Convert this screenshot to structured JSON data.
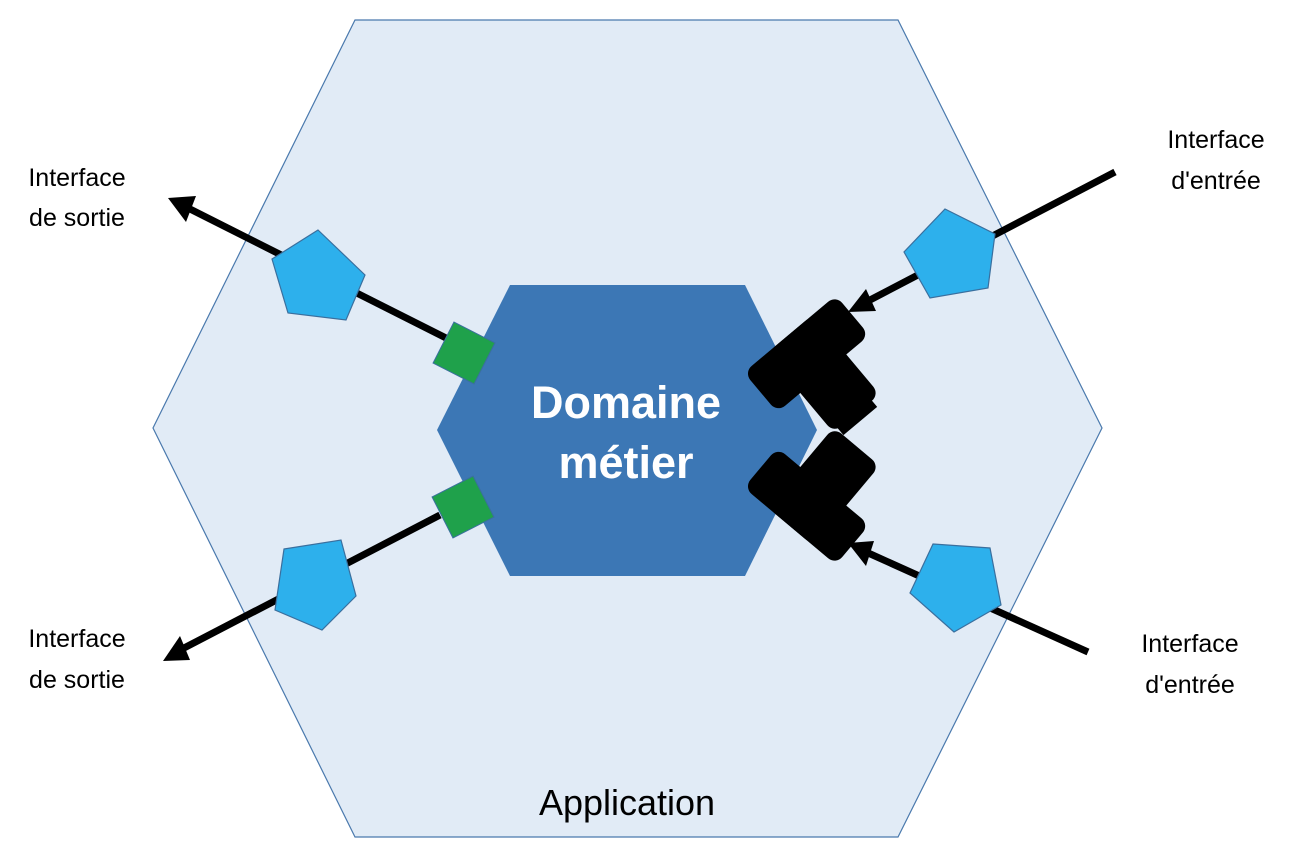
{
  "diagram": {
    "outer": {
      "label": "Application"
    },
    "core": {
      "line1": "Domaine",
      "line2": "métier"
    },
    "outputs": [
      {
        "line1": "Interface",
        "line2": "de sortie"
      },
      {
        "line1": "Interface",
        "line2": "de sortie"
      }
    ],
    "inputs": [
      {
        "line1": "Interface",
        "line2": "d'entrée"
      },
      {
        "line1": "Interface",
        "line2": "d'entrée"
      }
    ],
    "colors": {
      "outer_fill": "#e1ebf6",
      "outer_stroke": "#4a79ad",
      "core_fill": "#3c77b5",
      "core_text": "#ffffff",
      "port_fill": "#2db0ec",
      "port_stroke": "#3a6f9e",
      "output_adapter_fill": "#1fa14b",
      "input_adapter_fill": "#000000",
      "arrow": "#000000",
      "text": "#000000"
    }
  }
}
